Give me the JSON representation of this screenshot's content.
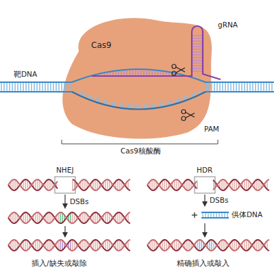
{
  "diagram": {
    "nodes": [
      {
        "text": [
          "Cas9"
        ]
      }
    ],
    "labels": [
      "gRNA",
      "靶DNA",
      "PAM",
      "Cas9核酸酶",
      "NHEJ",
      "HDR",
      "DSBs",
      "DSBs",
      "供体DNA",
      "插入/缺失或敲除",
      "精确插入或敲入"
    ]
  }
}
